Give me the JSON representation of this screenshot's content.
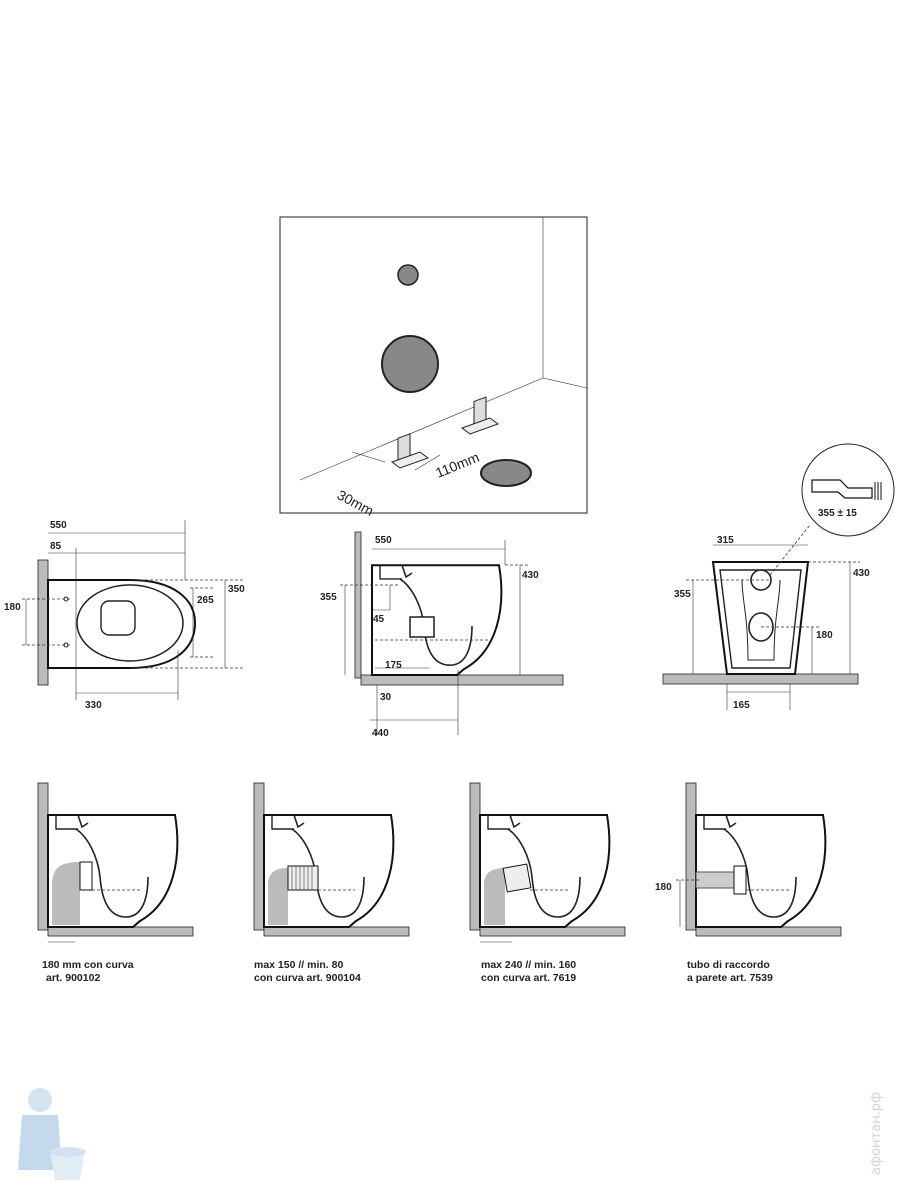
{
  "install_view": {
    "dim_a": "30mm",
    "dim_b": "110mm"
  },
  "plan_view": {
    "d550": "550",
    "d85": "85",
    "d180": "180",
    "d350": "350",
    "d265": "265",
    "d330": "330"
  },
  "side_view": {
    "d550": "550",
    "d430": "430",
    "d355": "355",
    "d45": "45",
    "d175": "175",
    "d30": "30",
    "d440": "440"
  },
  "front_view": {
    "d315": "315",
    "d430": "430",
    "d355": "355",
    "d180": "180",
    "d165": "165",
    "inset": "355 ± 15"
  },
  "variants": [
    {
      "line1": "180 mm con curva",
      "line2": "art. 900102"
    },
    {
      "line1": "max 150 // min.  80",
      "line2": "con curva art. 900104"
    },
    {
      "line1": "max 240 // min. 160",
      "line2": "con curva art. 7619"
    },
    {
      "line1": "tubo di raccordo",
      "line2": "a parete art. 7539",
      "dim": "180"
    }
  ],
  "watermark": "афонтан.рф"
}
